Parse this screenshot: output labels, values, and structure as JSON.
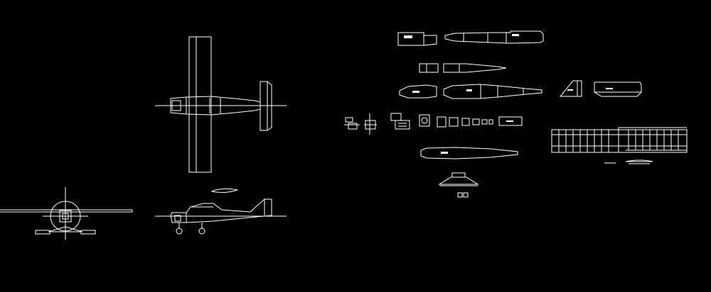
{
  "drawing": {
    "background_color": "#000000",
    "line_color": "#ffffff",
    "views": [
      "top-view",
      "front-view",
      "side-view",
      "fuselage-parts",
      "tail-parts",
      "small-parts",
      "wing-panel-plan"
    ]
  }
}
